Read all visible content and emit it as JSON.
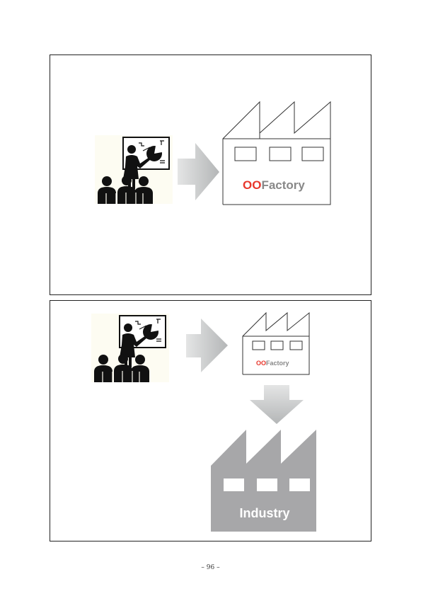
{
  "slide1": {
    "factory": {
      "label_prefix": "OO",
      "label_suffix": "Factory"
    }
  },
  "slide2": {
    "factory": {
      "label_prefix": "OO",
      "label_suffix": "Factory"
    },
    "industry": {
      "label": "Industry"
    }
  },
  "page": {
    "number": "– 96 –"
  },
  "colors": {
    "accent_red": "#e8372c",
    "factory_label_gray": "#888888",
    "industry_fill": "#a7a7a9",
    "arrow_light": "#dcdede",
    "arrow_dark": "#b6b8b9"
  },
  "icons": [
    "presenter-icon",
    "arrow-right-icon",
    "factory-outline-icon",
    "arrow-down-icon",
    "industry-factory-icon"
  ]
}
